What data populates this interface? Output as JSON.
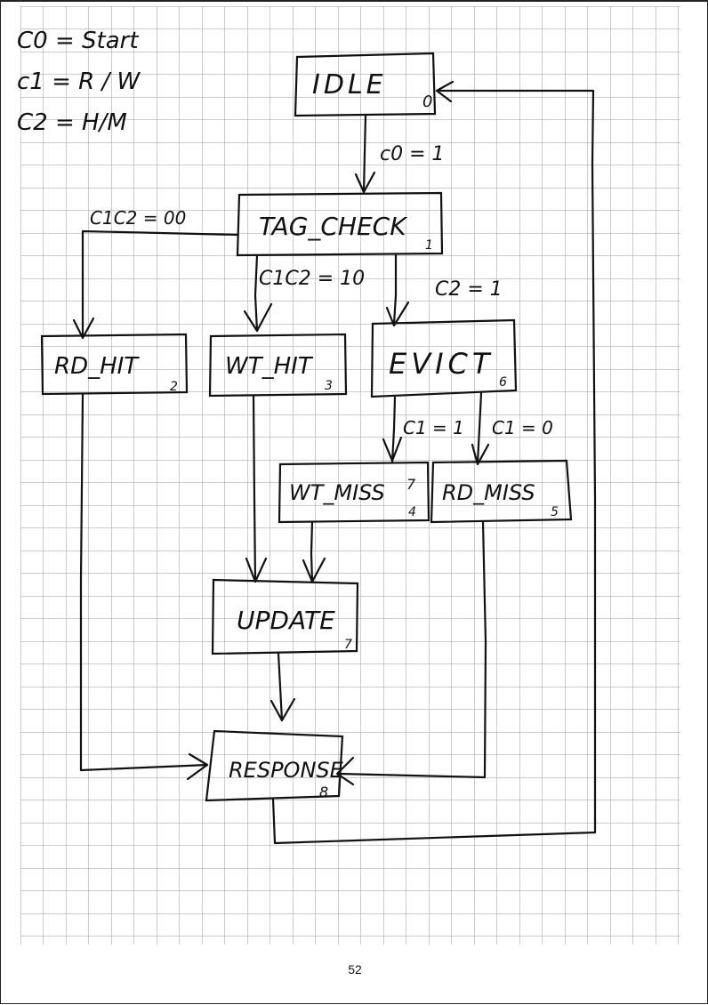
{
  "legend": {
    "c0": "C0 = Start",
    "c1": "c1 = R / W",
    "c2": "C2 = H/M"
  },
  "states": {
    "idle": {
      "label": "IDLE",
      "number": "0"
    },
    "tag_check": {
      "label": "TAG_CHECK",
      "number": "1"
    },
    "rd_hit": {
      "label": "RD_HIT",
      "number": "2"
    },
    "wt_hit": {
      "label": "WT_HIT",
      "number": "3"
    },
    "evict": {
      "label": "EVICT",
      "number": "6"
    },
    "wt_miss": {
      "label": "WT_MISS",
      "number": "7",
      "number_alt": "4"
    },
    "rd_miss": {
      "label": "RD_MISS",
      "number": "5"
    },
    "update": {
      "label": "UPDATE",
      "number": "7"
    },
    "response": {
      "label": "RESPONSE",
      "number": "8"
    }
  },
  "transitions": {
    "idle_to_tag": "c0 = 1",
    "tag_to_rd_hit": "C1C2 = 00",
    "tag_to_wt_hit": "C1C2 = 10",
    "tag_to_evict": "C2 = 1",
    "evict_to_wt_miss": "C1 = 1",
    "evict_to_rd_miss": "C1 = 0"
  },
  "page_number": "52"
}
